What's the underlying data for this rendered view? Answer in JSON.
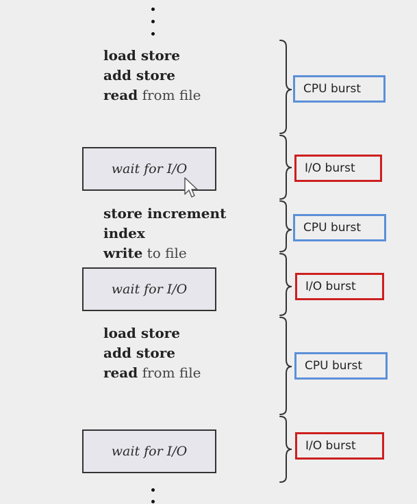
{
  "code_blocks": [
    {
      "lines": [
        {
          "b": "load store",
          "n": ""
        },
        {
          "b": "add store",
          "n": ""
        },
        {
          "b": "read",
          "n": " from file"
        }
      ]
    },
    {
      "lines": [
        {
          "b": "store increment",
          "n": ""
        },
        {
          "b": "index",
          "n": ""
        },
        {
          "b": "write",
          "n": " to file"
        }
      ]
    },
    {
      "lines": [
        {
          "b": "load store",
          "n": ""
        },
        {
          "b": "add store",
          "n": ""
        },
        {
          "b": "read",
          "n": " from file"
        }
      ]
    }
  ],
  "wait_boxes": [
    "wait for I/O",
    "wait for I/O",
    "wait for I/O"
  ],
  "bursts": [
    {
      "label": "CPU burst",
      "kind": "cpu"
    },
    {
      "label": "I/O burst",
      "kind": "io"
    },
    {
      "label": "CPU burst",
      "kind": "cpu"
    },
    {
      "label": "I/O burst",
      "kind": "io"
    },
    {
      "label": "CPU burst",
      "kind": "cpu"
    },
    {
      "label": "I/O burst",
      "kind": "io"
    }
  ],
  "colors": {
    "cpu_border": "#5b8fd8",
    "io_border": "#cc1f1f",
    "background": "#eeeeee",
    "wait_fill": "#e7e6ec"
  }
}
